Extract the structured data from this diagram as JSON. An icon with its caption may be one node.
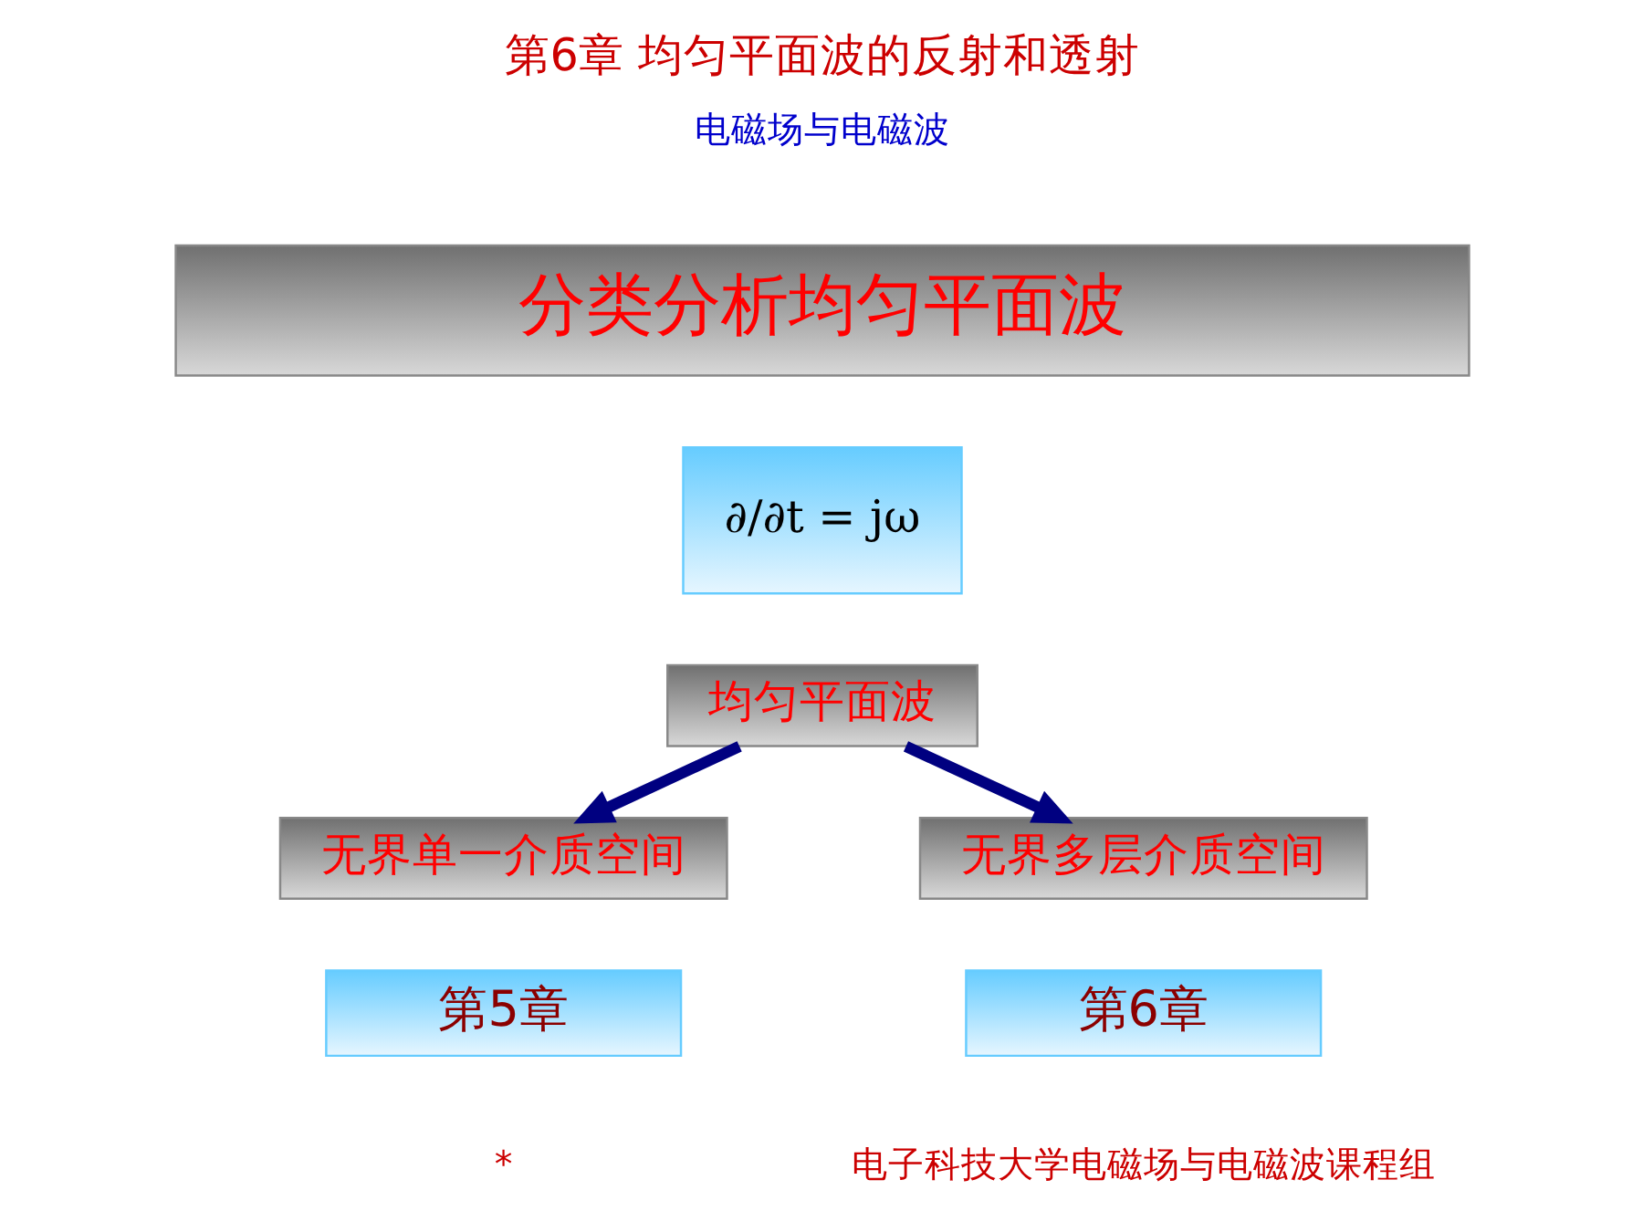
{
  "diagram": {
    "title": "第6章 均匀平面波的反射和透射",
    "nodes": [
      {
        "text": [
          "分类分析均匀平面波"
        ]
      },
      {
        "text": [
          "∂/∂t = jω"
        ]
      },
      {
        "text": [
          "均匀平面波"
        ]
      },
      {
        "text": [
          "无界单一介质空间"
        ]
      },
      {
        "text": [
          "第5章"
        ]
      },
      {
        "text": [
          "无界多层介质空间"
        ]
      },
      {
        "text": [
          "第6章"
        ]
      }
    ],
    "edges": [
      {
        "from": 2,
        "to": 3,
        "arrow": "to"
      },
      {
        "from": 2,
        "to": 5,
        "arrow": "to"
      }
    ],
    "labels": [
      "电磁场与电磁波",
      "*",
      "电子科技大学电磁场与电磁波课程组"
    ]
  }
}
